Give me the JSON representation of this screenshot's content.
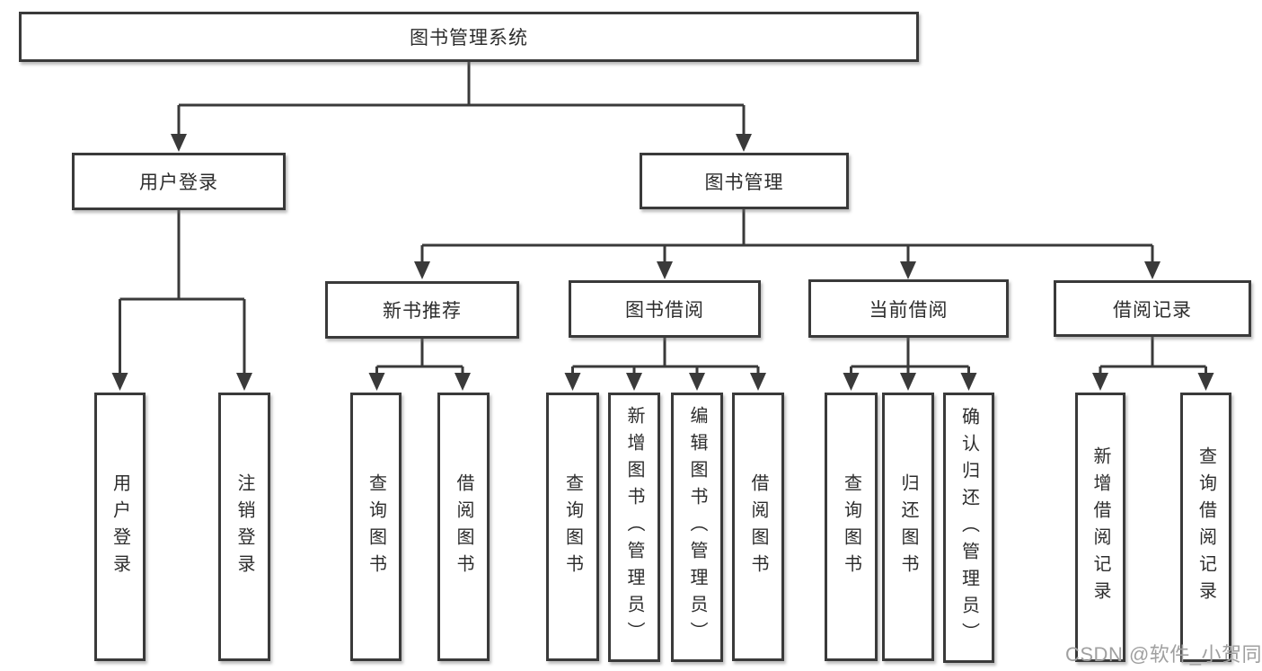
{
  "tree": {
    "root": "图书管理系统",
    "branches": [
      {
        "label": "用户登录",
        "children": [
          "用户登录",
          "注销登录"
        ]
      },
      {
        "label": "图书管理",
        "children": [
          {
            "label": "新书推荐",
            "children": [
              "查询图书",
              "借阅图书"
            ]
          },
          {
            "label": "图书借阅",
            "children": [
              "查询图书",
              "新增图书（管理员）",
              "编辑图书（管理员）",
              "借阅图书"
            ]
          },
          {
            "label": "当前借阅",
            "children": [
              "查询图书",
              "归还图书",
              "确认归还（管理员）"
            ]
          },
          {
            "label": "借阅记录",
            "children": [
              "新增借阅记录",
              "查询借阅记录"
            ]
          }
        ]
      }
    ]
  },
  "watermark": {
    "text": "CSDN @软件_小贺同学"
  },
  "colors": {
    "line": "#3a3a3a",
    "box_border": "#3a3a3a",
    "text": "#2d2d2d",
    "watermark": "#a0a0a0",
    "background": "#ffffff"
  }
}
